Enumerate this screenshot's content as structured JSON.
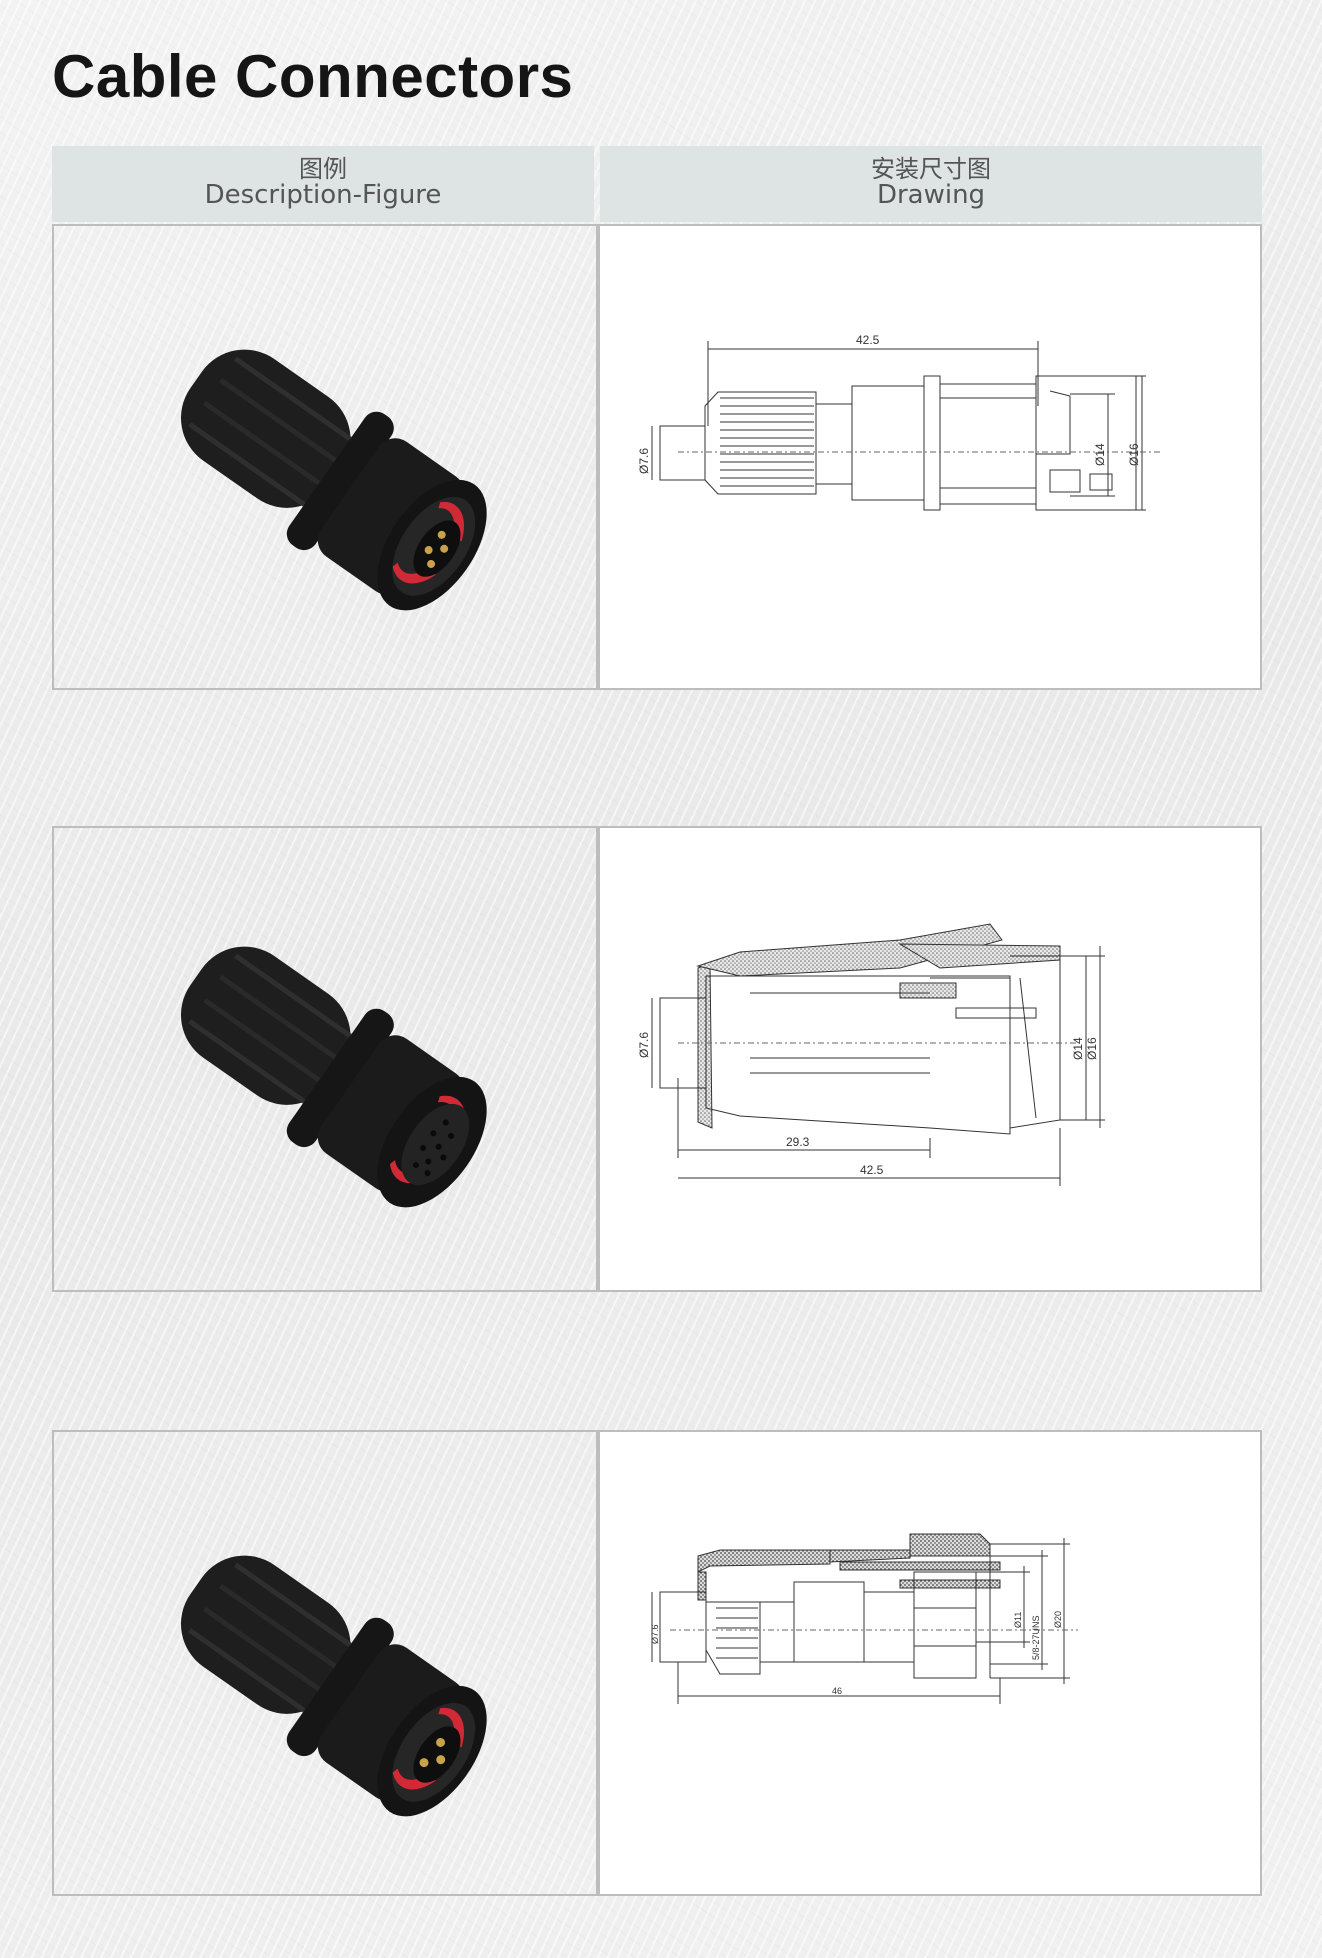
{
  "page": {
    "title": "Cable Connectors"
  },
  "table_header": {
    "figure_zh": "图例",
    "figure_en": "Description-Figure",
    "drawing_zh": "安装尺寸图",
    "drawing_en": "Drawing"
  },
  "rows": [
    {
      "figure": {
        "icon": "male-pin-connector-photo",
        "pin_count": 4
      },
      "drawing": {
        "length": "42.5",
        "d_cable": "Ø7.6",
        "d_inner": "Ø14",
        "d_outer": "Ø16"
      }
    },
    {
      "figure": {
        "icon": "female-socket-connector-photo",
        "pin_count": 9
      },
      "drawing": {
        "length_partial": "29.3",
        "length": "42.5",
        "d_cable": "Ø7.6",
        "d_inner": "Ø14",
        "d_outer": "Ø16"
      }
    },
    {
      "figure": {
        "icon": "male-pin-connector-photo",
        "pin_count": 3
      },
      "drawing": {
        "length": "46",
        "d_cable": "Ø7.6",
        "d_inner": "Ø11",
        "thread": "5/8-27UNS",
        "d_outer": "Ø20"
      }
    }
  ],
  "colors": {
    "header_bg": "#dde4e3",
    "accent_red": "#d12a36",
    "connector_body": "#1e1e1e"
  }
}
